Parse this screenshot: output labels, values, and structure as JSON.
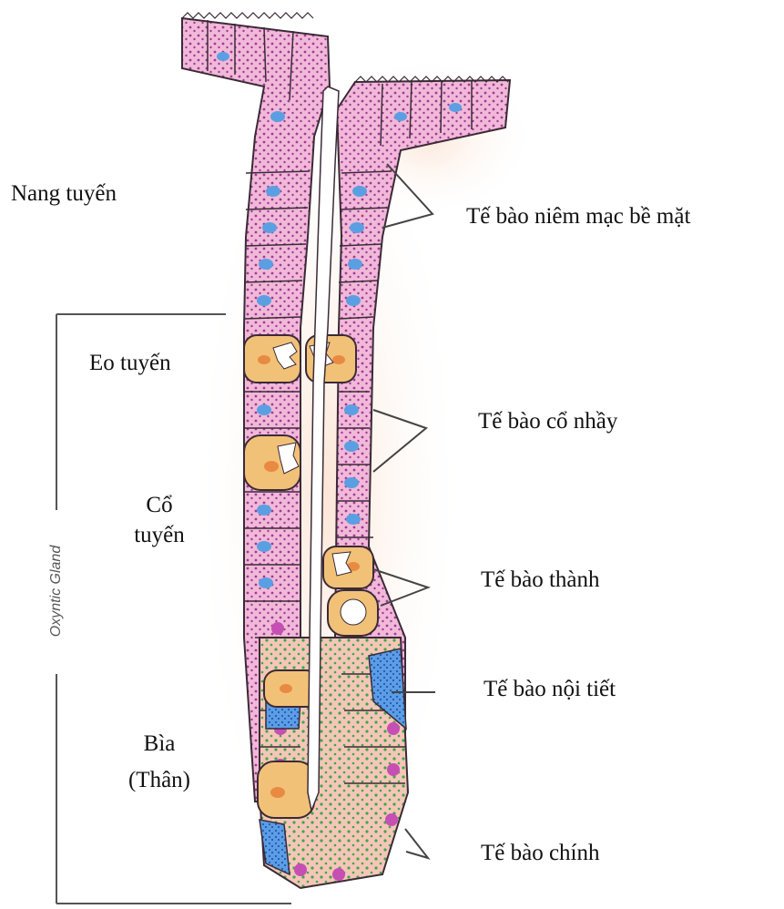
{
  "labels": {
    "foveola": "Nang tuyến",
    "isthmus": "Eo tuyến",
    "neck_line1": "Cổ",
    "neck_line2": "tuyến",
    "base_line1": "Bìa",
    "base_line2": "(Thân)",
    "gland_name": "Oxyntic Gland",
    "surface_mucous": "Tế bào niêm mạc bề mặt",
    "mucous_neck": "Tế bào cổ nhầy",
    "parietal": "Tế bào thành",
    "endocrine": "Tế bào nội tiết",
    "chief": "Tế bào chính"
  },
  "colors": {
    "mucous_cell": "#f1b9d8",
    "mucous_granule": "#a23a98",
    "mucous_nucleus": "#5b9fe3",
    "parietal_cell": "#f2c178",
    "parietal_nucleus": "#e98a43",
    "chief_cell": "#f5c6b8",
    "chief_nucleus": "#c64fb4",
    "chief_granule": "#3ea84a",
    "endocrine_cell": "#5a9ee6",
    "endocrine_granule": "#2c55a8",
    "lamina_glow": "#fbe3d3",
    "outline": "#3a2b36",
    "leader": "#444444"
  }
}
